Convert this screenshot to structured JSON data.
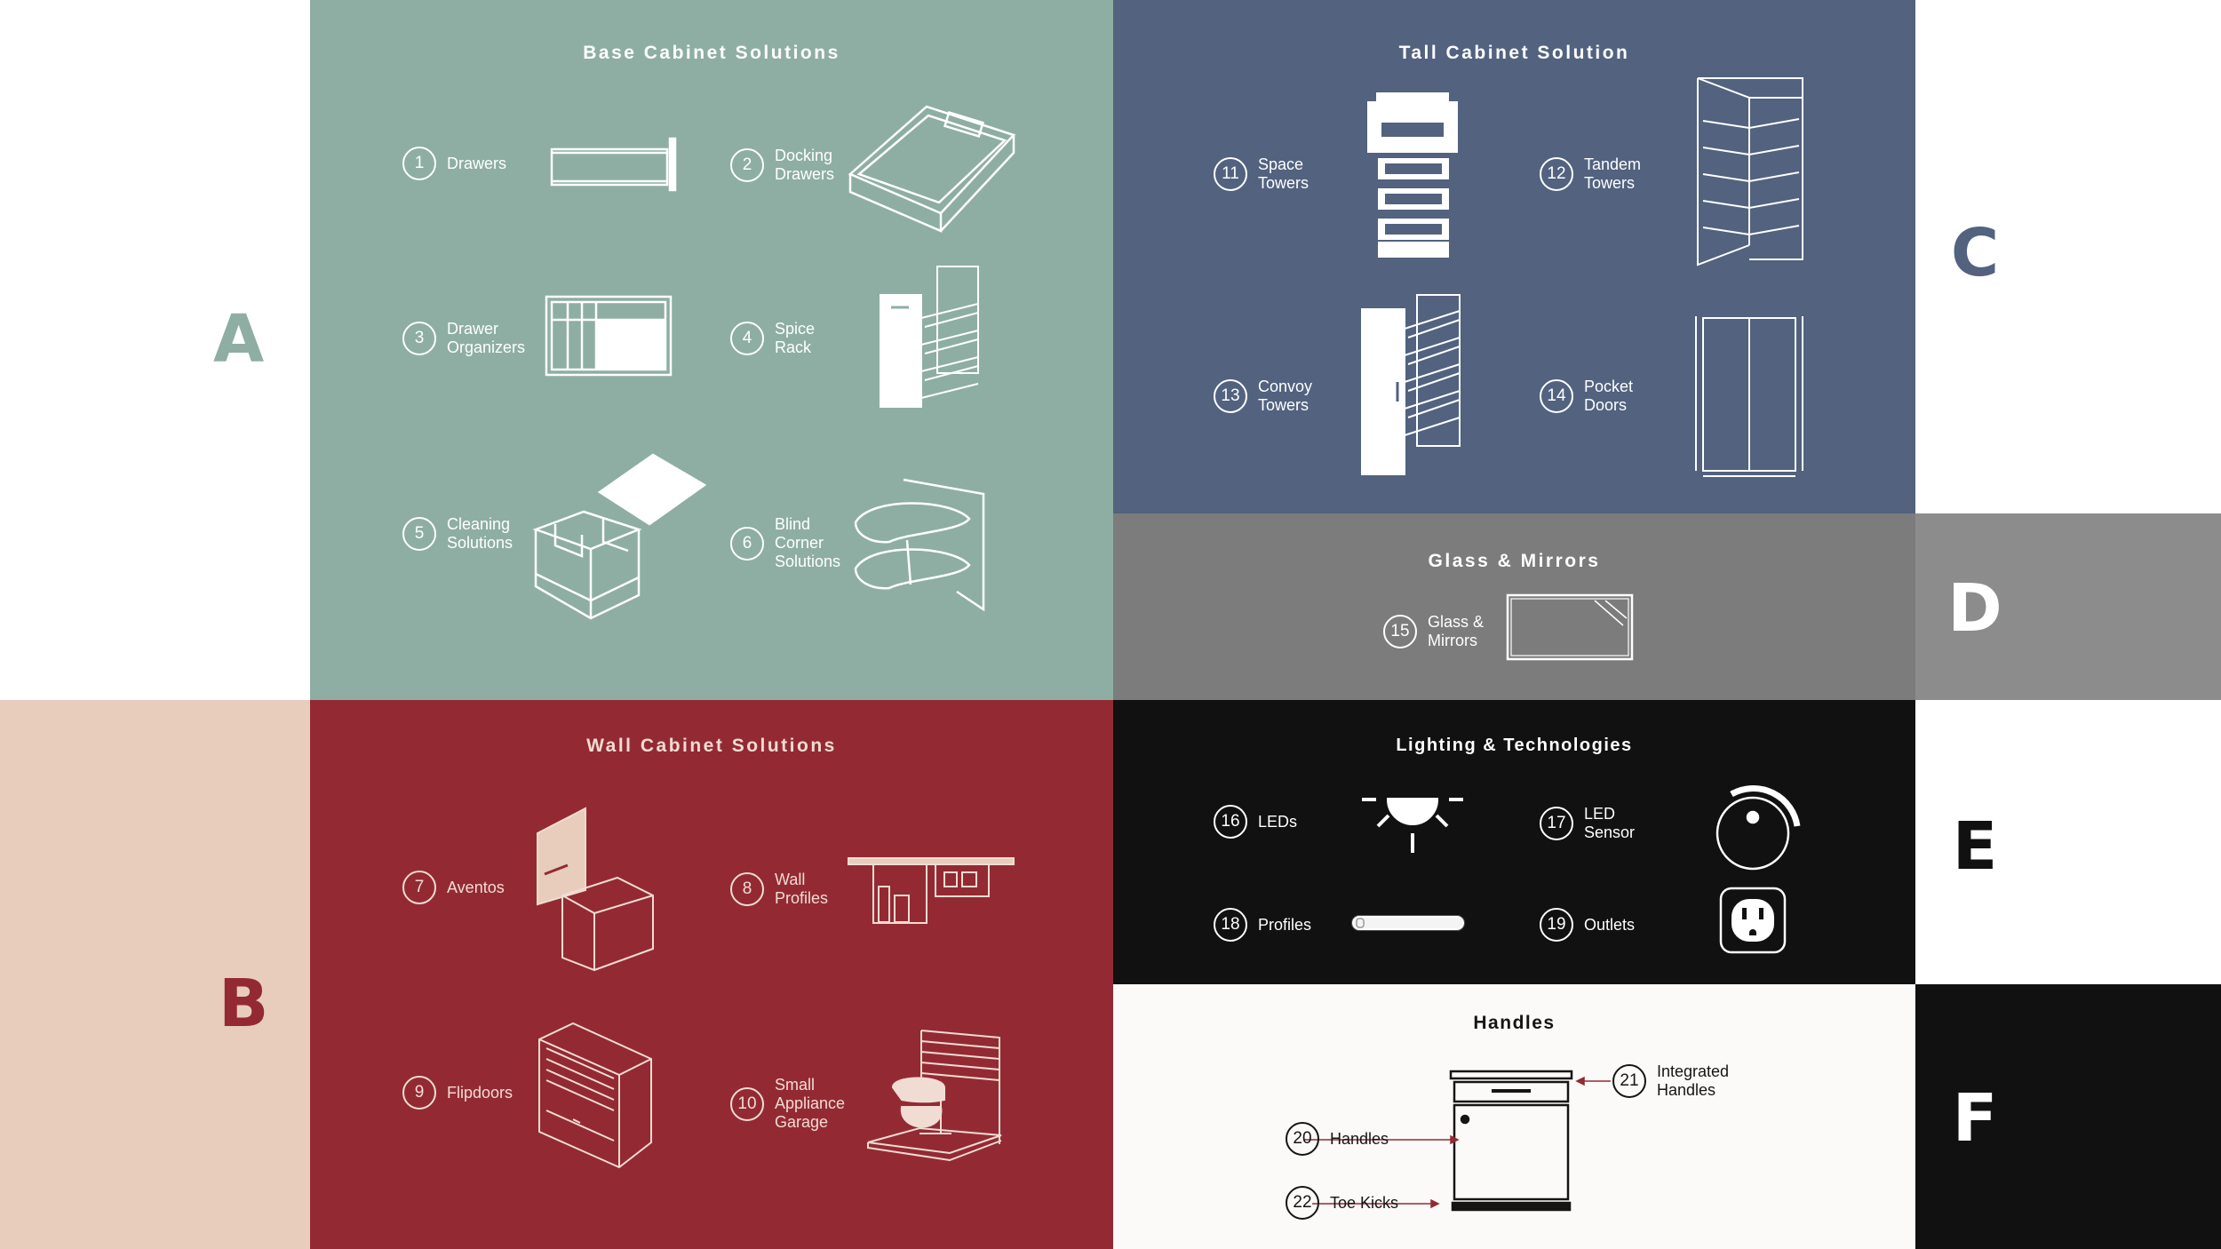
{
  "page": {
    "background": "#ffffff",
    "letters": [
      "A",
      "B",
      "C",
      "D",
      "E",
      "F"
    ]
  },
  "colors": {
    "base": "#8eaea3",
    "wall": "#932a33",
    "wall_side": "#e8cdbd",
    "tall": "#52627f",
    "glass": "#7c7c7c",
    "glass_side": "#8c8c8c",
    "lighting": "#111111",
    "handles": "#fbfaf8",
    "letter_A": "#8eaea3",
    "letter_B": "#932a33",
    "letter_C": "#52627f"
  },
  "sections": {
    "base": {
      "title": "Base Cabinet Solutions",
      "items": [
        {
          "num": "1",
          "label": "Drawers",
          "icon": "drawer-icon"
        },
        {
          "num": "2",
          "label": "Docking\nDrawers",
          "icon": "docking-drawer-icon"
        },
        {
          "num": "3",
          "label": "Drawer\nOrganizers",
          "icon": "drawer-organizer-icon"
        },
        {
          "num": "4",
          "label": "Spice\nRack",
          "icon": "spice-rack-icon"
        },
        {
          "num": "5",
          "label": "Cleaning\nSolutions",
          "icon": "cleaning-bin-icon"
        },
        {
          "num": "6",
          "label": "Blind\nCorner\nSolutions",
          "icon": "blind-corner-icon"
        }
      ]
    },
    "wall": {
      "title": "Wall Cabinet Solutions",
      "items": [
        {
          "num": "7",
          "label": "Aventos",
          "icon": "aventos-lift-icon"
        },
        {
          "num": "8",
          "label": "Wall\nProfiles",
          "icon": "wall-profile-icon"
        },
        {
          "num": "9",
          "label": "Flipdoors",
          "icon": "flipdoor-icon"
        },
        {
          "num": "10",
          "label": "Small\nAppliance\nGarage",
          "icon": "appliance-garage-icon"
        }
      ]
    },
    "tall": {
      "title": "Tall Cabinet Solution",
      "items": [
        {
          "num": "11",
          "label": "Space\nTowers",
          "icon": "space-tower-icon"
        },
        {
          "num": "12",
          "label": "Tandem\nTowers",
          "icon": "tandem-tower-icon"
        },
        {
          "num": "13",
          "label": "Convoy\nTowers",
          "icon": "convoy-tower-icon"
        },
        {
          "num": "14",
          "label": "Pocket\nDoors",
          "icon": "pocket-door-icon"
        }
      ]
    },
    "glass": {
      "title": "Glass & Mirrors",
      "items": [
        {
          "num": "15",
          "label": "Glass &\nMirrors",
          "icon": "mirror-icon"
        }
      ]
    },
    "lighting": {
      "title": "Lighting & Technologies",
      "items": [
        {
          "num": "16",
          "label": "LEDs",
          "icon": "led-light-icon"
        },
        {
          "num": "17",
          "label": "LED\nSensor",
          "icon": "sensor-dial-icon"
        },
        {
          "num": "18",
          "label": "Profiles",
          "icon": "light-profile-icon"
        },
        {
          "num": "19",
          "label": "Outlets",
          "icon": "outlet-icon"
        }
      ]
    },
    "handles": {
      "title": "Handles",
      "items": [
        {
          "num": "20",
          "label": "Handles"
        },
        {
          "num": "21",
          "label": "Integrated\nHandles"
        },
        {
          "num": "22",
          "label": "Toe Kicks"
        }
      ],
      "icon": "cabinet-icon"
    }
  }
}
